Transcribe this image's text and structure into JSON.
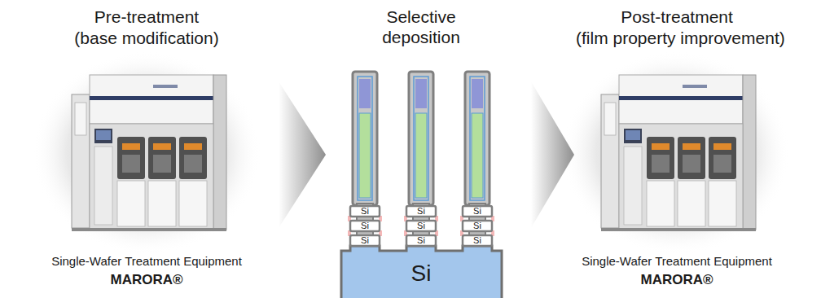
{
  "diagram": {
    "nodes": [
      {
        "text": [
          "Pre-treatment",
          "(base modification)",
          "Single-Wafer Treatment Equipment",
          "MARORA®"
        ]
      },
      {
        "text": [
          "Selective deposition"
        ]
      },
      {
        "text": [
          "Post-treatment",
          "(film property improvement)",
          "Single-Wafer Treatment Equipment",
          "MARORA®"
        ]
      }
    ],
    "edges": [
      {
        "from": 0,
        "to": 1,
        "arrow": "to"
      },
      {
        "from": 1,
        "to": 2,
        "arrow": "to"
      }
    ],
    "labels": [
      "Si",
      "Si",
      "Si",
      "Si",
      "Si",
      "Si",
      "Si",
      "Si",
      "Si",
      "Si"
    ]
  }
}
